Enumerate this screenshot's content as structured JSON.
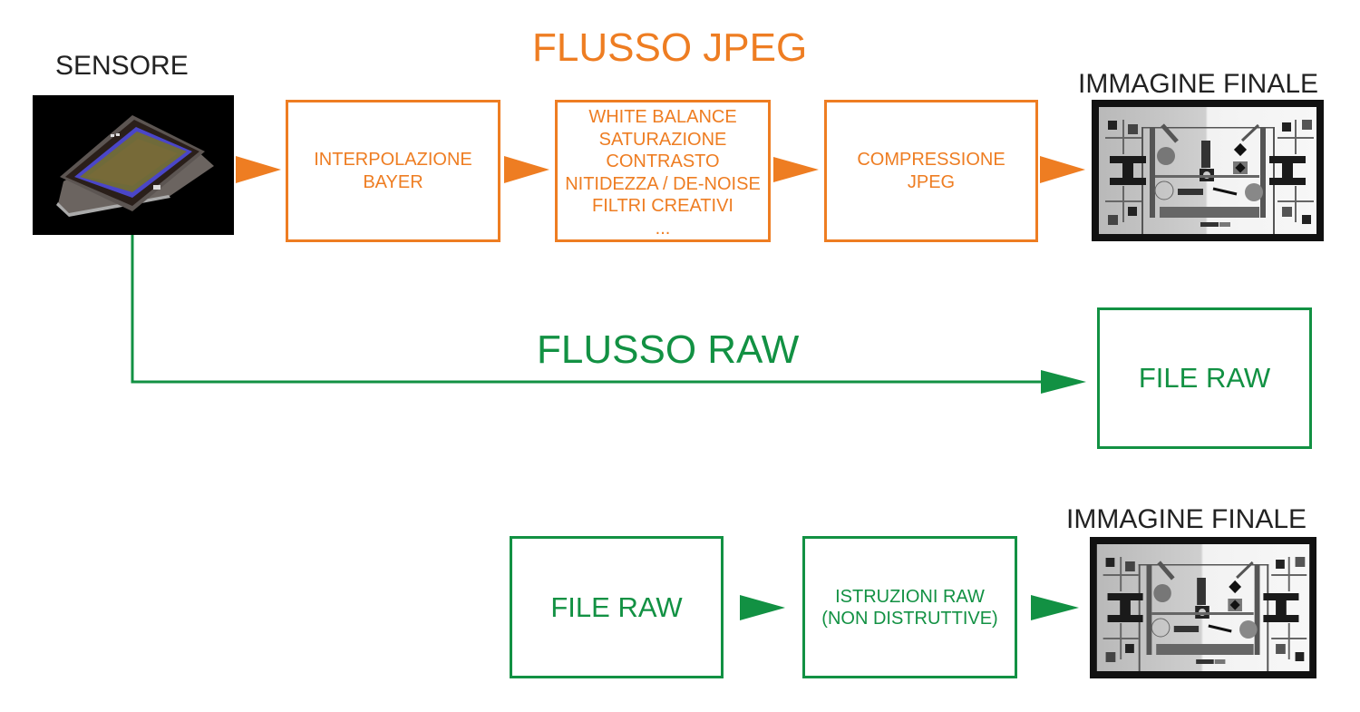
{
  "colors": {
    "jpeg_flow": "#ee7d22",
    "raw_flow": "#129143",
    "text_dark": "#222222",
    "background": "#ffffff"
  },
  "jpeg_flow": {
    "title": "FLUSSO JPEG",
    "source_label": "SENSORE",
    "source_image": "camera-sensor-image",
    "steps": [
      {
        "lines": [
          "INTERPOLAZIONE",
          "BAYER"
        ]
      },
      {
        "lines": [
          "WHITE BALANCE",
          "SATURAZIONE",
          "CONTRASTO",
          "NITIDEZZA / DE-NOISE",
          "FILTRI CREATIVI",
          "..."
        ]
      },
      {
        "lines": [
          "COMPRESSIONE",
          "JPEG"
        ]
      }
    ],
    "output_label": "IMMAGINE FINALE",
    "output_image": "resolution-test-chart-image"
  },
  "raw_flow": {
    "title": "FLUSSO RAW",
    "output_box": "FILE RAW"
  },
  "raw_processing": {
    "input_box": "FILE RAW",
    "step_lines": [
      "ISTRUZIONI RAW",
      "(NON DISTRUTTIVE)"
    ],
    "output_label": "IMMAGINE FINALE",
    "output_image": "resolution-test-chart-image"
  }
}
